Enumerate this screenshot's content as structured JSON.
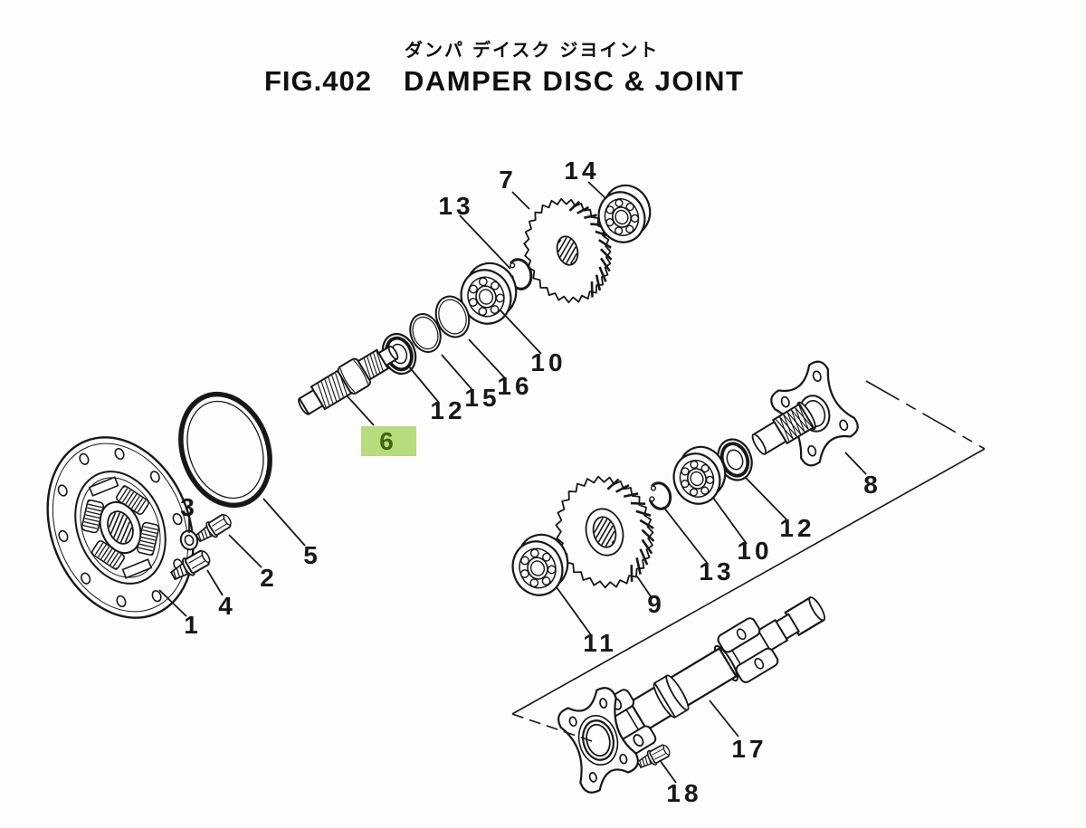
{
  "figure": {
    "fig_no": "FIG.402",
    "title_en": "DAMPER DISC & JOINT",
    "title_ja": "ダンパ デイスク ジヨイント"
  },
  "highlight": {
    "selected_part": "6",
    "box_color": "#b7db7d",
    "text_color": "#3c660f"
  },
  "callouts": {
    "p1": "1",
    "p2": "2",
    "p3": "3",
    "p4": "4",
    "p5": "5",
    "p6": "6",
    "p7": "7",
    "p8": "8",
    "p9": "9",
    "p10a": "10",
    "p10b": "10",
    "p11": "11",
    "p12a": "12",
    "p12b": "12",
    "p13a": "13",
    "p13b": "13",
    "p14": "14",
    "p15": "15",
    "p16": "16",
    "p17": "17",
    "p18": "18"
  }
}
